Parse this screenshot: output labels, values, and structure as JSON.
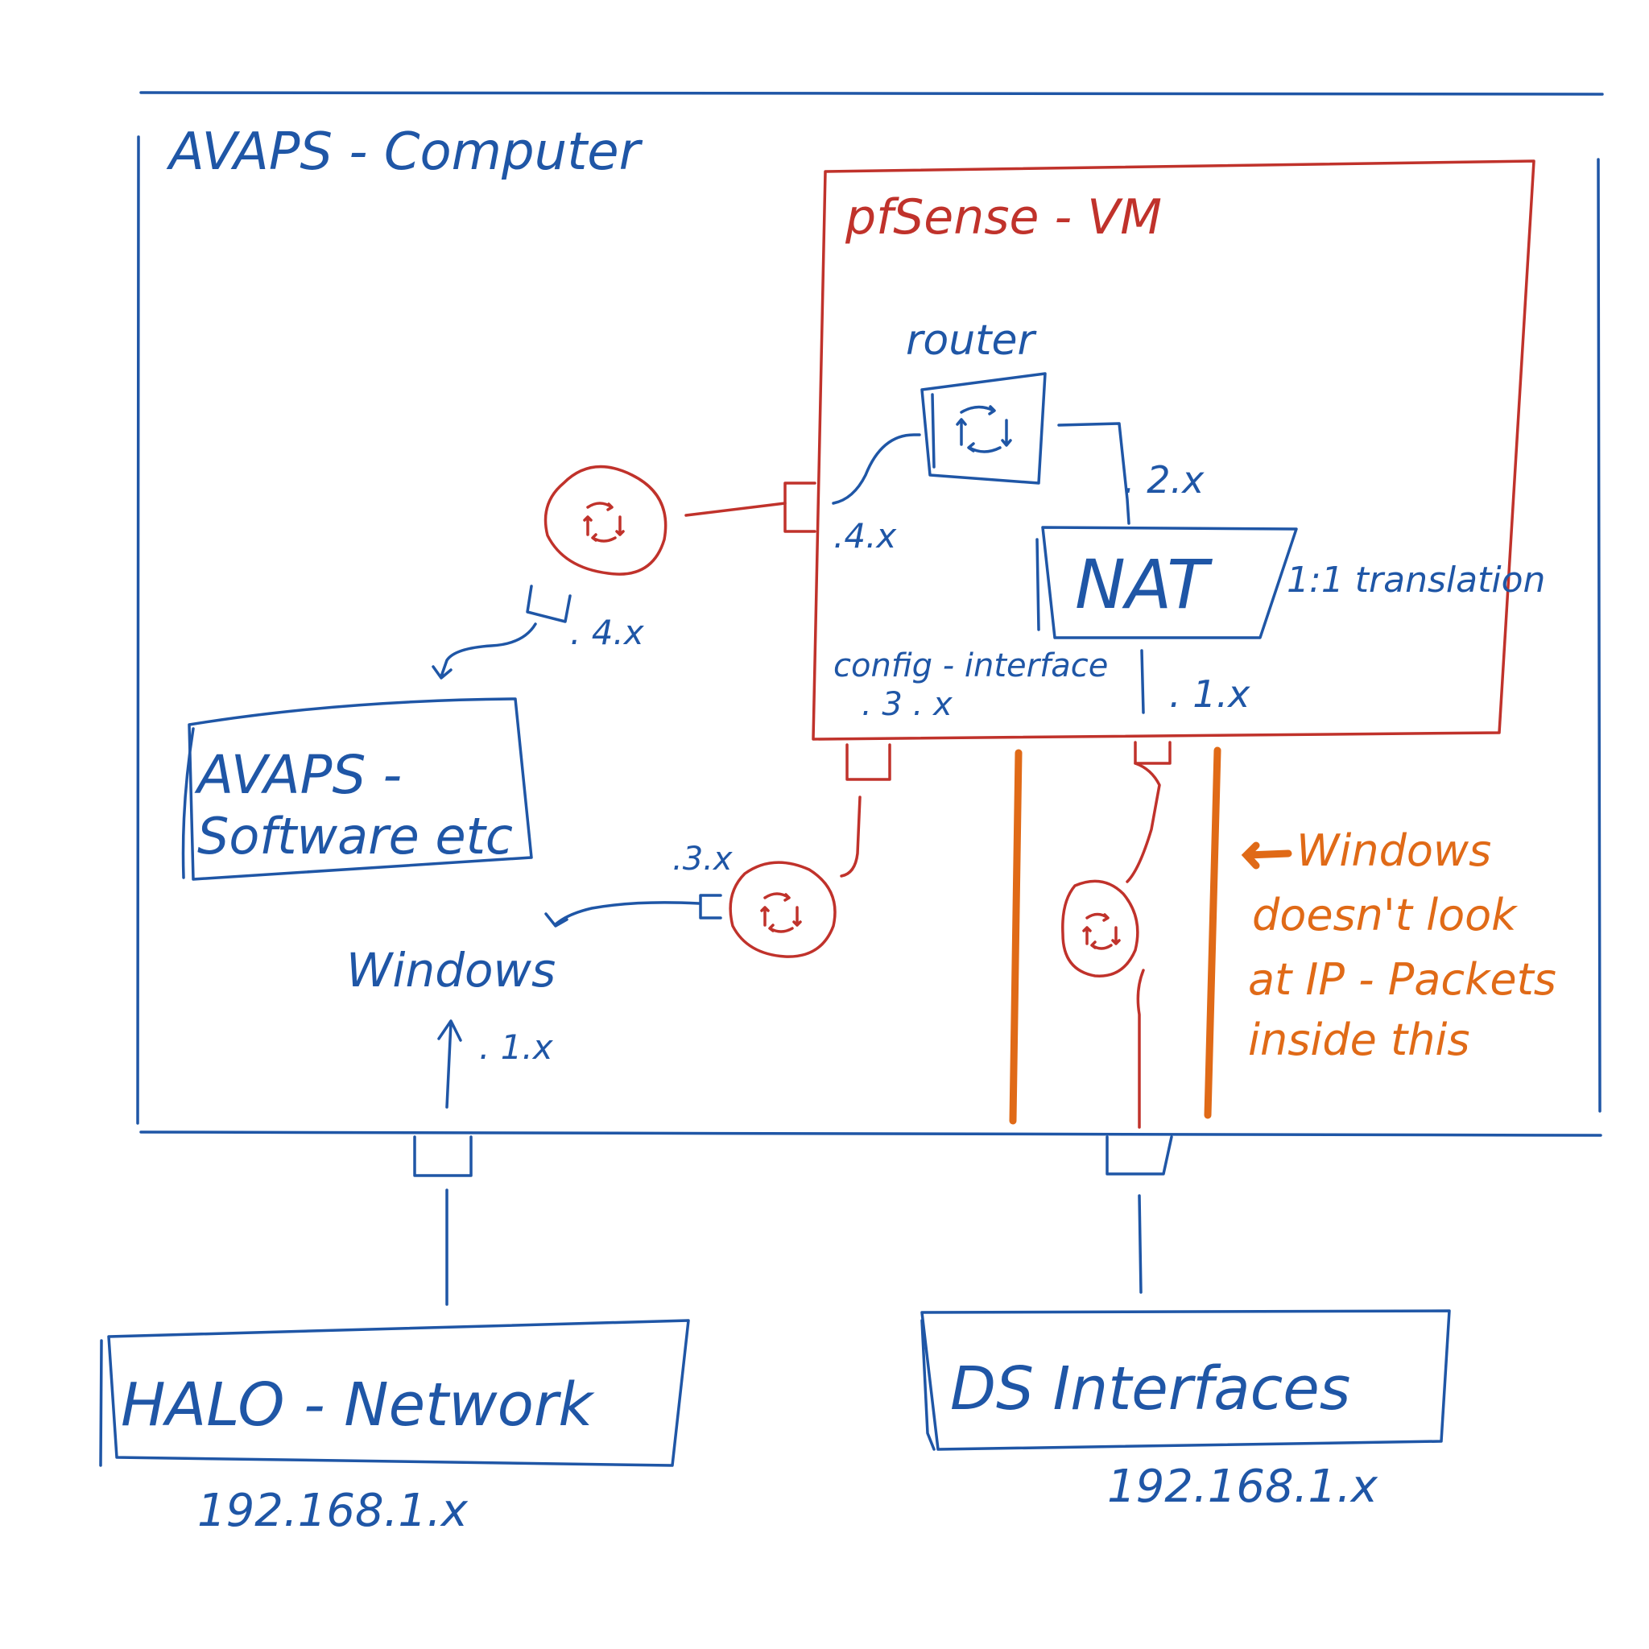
{
  "colors": {
    "blue": "#1f56a6",
    "red": "#c0322b",
    "orange": "#e06a17"
  },
  "computer": {
    "title": "AVAPS - Computer"
  },
  "vm": {
    "title": "pfSense - VM",
    "router_label": "router",
    "nat_label": "NAT",
    "nat_note": "1:1 translation",
    "config_interface": "config - interface",
    "if_4": ".4.x",
    "if_2": ". 2.x",
    "if_1": ". 1.x",
    "if_3": ". 3 . x"
  },
  "software": {
    "line1": "AVAPS -",
    "line2": "Software etc"
  },
  "windows": {
    "label": "Windows",
    "if_4": ". 4.x",
    "if_3": ".3.x",
    "if_1": ". 1.x"
  },
  "note": {
    "line1": "Windows",
    "line2": "doesn't look",
    "line3": "at IP - Packets",
    "line4": "inside this"
  },
  "halo": {
    "label": "HALO - Network",
    "ip": "192.168.1.x"
  },
  "ds": {
    "label": "DS Interfaces",
    "ip": "192.168.1.x"
  },
  "icons": [
    "router-icon",
    "virtual-adapter-icon"
  ]
}
